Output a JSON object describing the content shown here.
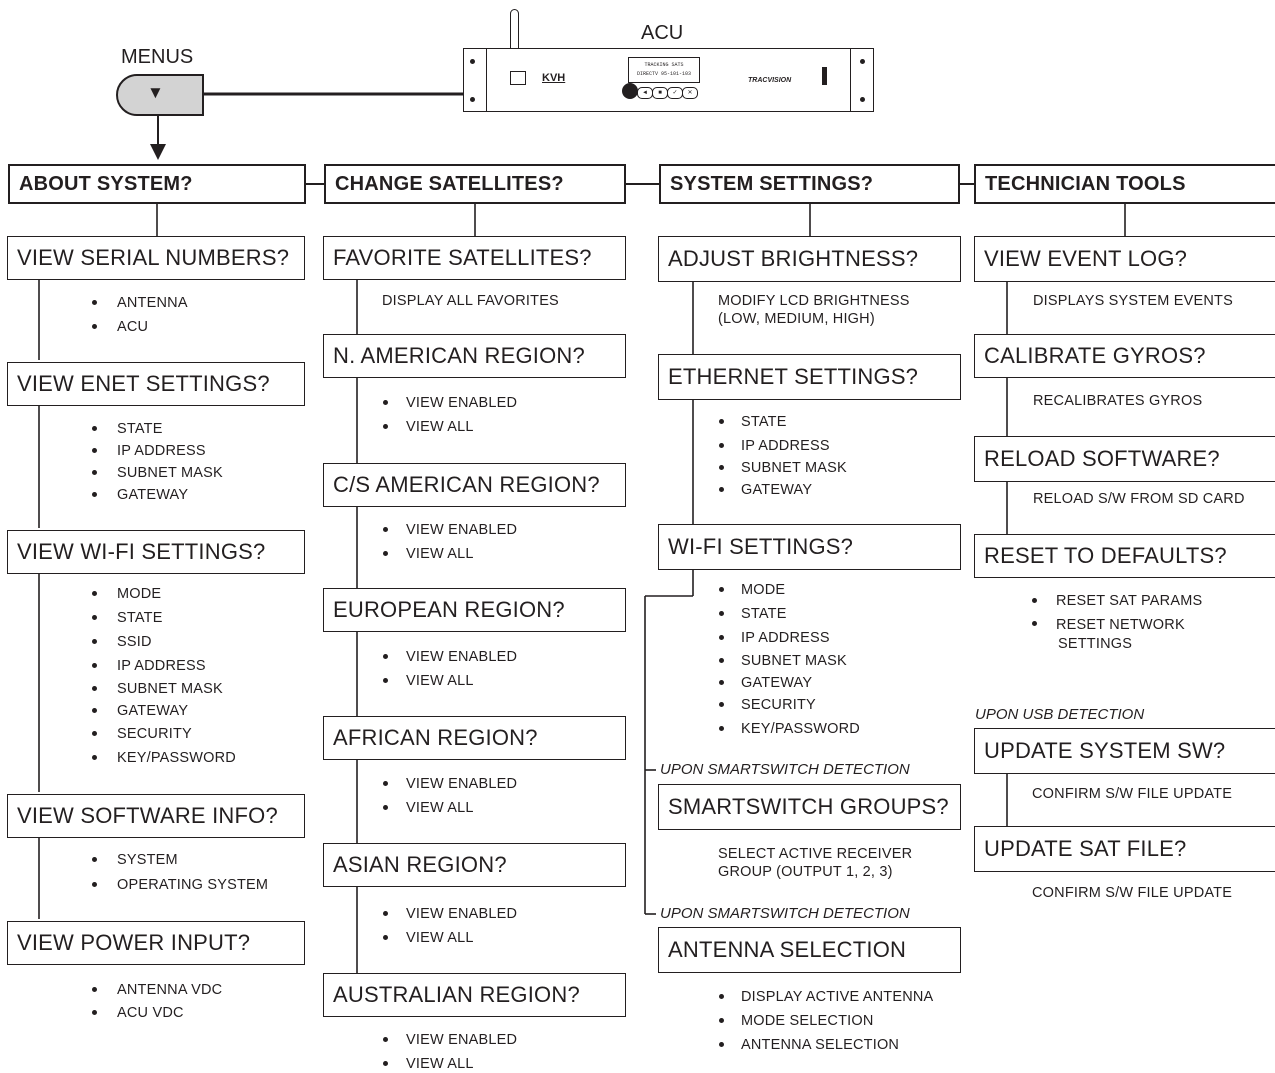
{
  "title_menus": "MENUS",
  "title_acu": "ACU",
  "acu_panel": {
    "brand": "KVH",
    "product": "TRACVISION",
    "lcd_line1": "TRACKING SATS",
    "lcd_line2": "DIRECTV 95-101-103",
    "btn_back": "◄",
    "btn_stop": "■",
    "btn_ok": "✓",
    "btn_x": "✕"
  },
  "menu_icon": "▼",
  "col_about": {
    "header": "ABOUT SYSTEM?",
    "serial": {
      "label": "VIEW SERIAL NUMBERS?",
      "items": [
        "ANTENNA",
        "ACU"
      ]
    },
    "enet": {
      "label": "VIEW ENET SETTINGS?",
      "items": [
        "STATE",
        "IP ADDRESS",
        "SUBNET MASK",
        "GATEWAY"
      ]
    },
    "wifi": {
      "label": "VIEW WI-FI SETTINGS?",
      "items": [
        "MODE",
        "STATE",
        "SSID",
        "IP ADDRESS",
        "SUBNET MASK",
        "GATEWAY",
        "SECURITY",
        "KEY/PASSWORD"
      ]
    },
    "software": {
      "label": "VIEW SOFTWARE INFO?",
      "items": [
        "SYSTEM",
        "OPERATING SYSTEM"
      ]
    },
    "power": {
      "label": "VIEW POWER INPUT?",
      "items": [
        "ANTENNA VDC",
        "ACU VDC"
      ]
    }
  },
  "col_sat": {
    "header": "CHANGE SATELLITES?",
    "favorites": {
      "label": "FAVORITE SATELLITES?",
      "desc": "DISPLAY ALL FAVORITES"
    },
    "regions": [
      {
        "label": "N. AMERICAN REGION?",
        "items": [
          "VIEW ENABLED",
          "VIEW ALL"
        ]
      },
      {
        "label": "C/S AMERICAN REGION?",
        "items": [
          "VIEW ENABLED",
          "VIEW ALL"
        ]
      },
      {
        "label": "EUROPEAN REGION?",
        "items": [
          "VIEW ENABLED",
          "VIEW ALL"
        ]
      },
      {
        "label": "AFRICAN REGION?",
        "items": [
          "VIEW ENABLED",
          "VIEW ALL"
        ]
      },
      {
        "label": "ASIAN REGION?",
        "items": [
          "VIEW ENABLED",
          "VIEW ALL"
        ]
      },
      {
        "label": "AUSTRALIAN REGION?",
        "items": [
          "VIEW ENABLED",
          "VIEW ALL"
        ]
      }
    ]
  },
  "col_sys": {
    "header": "SYSTEM SETTINGS?",
    "brightness": {
      "label": "ADJUST BRIGHTNESS?",
      "desc_1": "MODIFY LCD BRIGHTNESS",
      "desc_2": "(LOW, MEDIUM, HIGH)"
    },
    "ethernet": {
      "label": "ETHERNET SETTINGS?",
      "items": [
        "STATE",
        "IP ADDRESS",
        "SUBNET MASK",
        "GATEWAY"
      ]
    },
    "wifi": {
      "label": "WI-FI SETTINGS?",
      "items": [
        "MODE",
        "STATE",
        "IP ADDRESS",
        "SUBNET MASK",
        "GATEWAY",
        "SECURITY",
        "KEY/PASSWORD"
      ]
    },
    "note_1": "UPON SMARTSWITCH DETECTION",
    "smartswitch": {
      "label": "SMARTSWITCH GROUPS?",
      "desc_1": "SELECT ACTIVE RECEIVER",
      "desc_2": "GROUP (OUTPUT 1, 2, 3)"
    },
    "note_2": "UPON SMARTSWITCH DETECTION",
    "antenna": {
      "label": "ANTENNA SELECTION",
      "items": [
        "DISPLAY ACTIVE ANTENNA",
        "MODE SELECTION",
        "ANTENNA SELECTION"
      ]
    }
  },
  "col_tech": {
    "header": "TECHNICIAN TOOLS",
    "eventlog": {
      "label": "VIEW EVENT LOG?",
      "desc": "DISPLAYS SYSTEM EVENTS"
    },
    "gyros": {
      "label": "CALIBRATE GYROS?",
      "desc": "RECALIBRATES GYROS"
    },
    "reload": {
      "label": "RELOAD SOFTWARE?",
      "desc": "RELOAD S/W FROM SD CARD"
    },
    "reset": {
      "label": "RESET TO DEFAULTS?",
      "items": [
        "RESET SAT PARAMS",
        "RESET NETWORK",
        "SETTINGS"
      ]
    },
    "usb_note": "UPON USB DETECTION",
    "update_sw": {
      "label": "UPDATE SYSTEM SW?",
      "desc": "CONFIRM S/W FILE UPDATE"
    },
    "update_sat": {
      "label": "UPDATE SAT FILE?",
      "desc": "CONFIRM S/W FILE UPDATE"
    }
  }
}
